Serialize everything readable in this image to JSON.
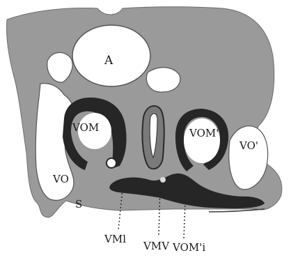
{
  "figure": {
    "labels": {
      "A": "A",
      "VOM_left": "VOM",
      "VOM_right": "VOM'",
      "VO_left": "VO",
      "VO_right": "VO'",
      "S": "S",
      "VMl": "VMl",
      "VMV": "VMV",
      "VOMi": "VOM'i"
    },
    "colors": {
      "tissue": "#9a9a9a",
      "dark": "#262626",
      "background": "#ffffff"
    }
  }
}
